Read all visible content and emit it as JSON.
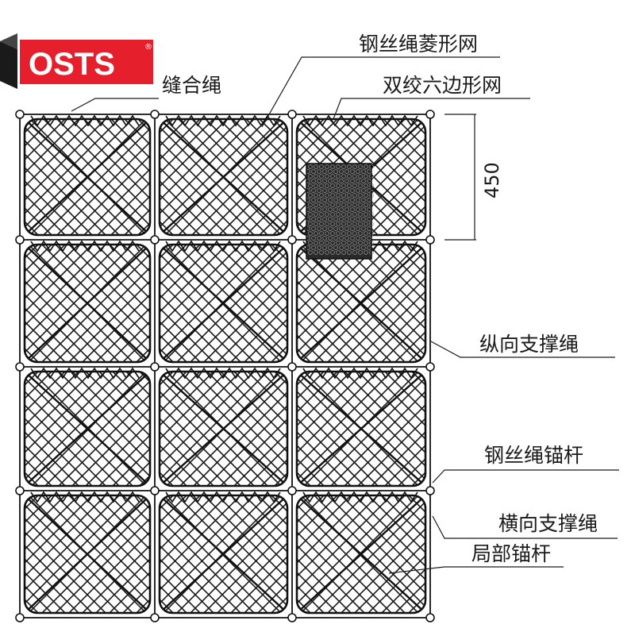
{
  "logo": {
    "text": "OSTS",
    "registered": "®",
    "color": "#e51f2c"
  },
  "labels": {
    "stitching_rope": "缝合绳",
    "wire_rope_diamond_net": "钢丝绳菱形网",
    "double_twist_hex_net": "双绞六边形网",
    "longitudinal_support_rope": "纵向支撑绳",
    "wire_rope_anchor": "钢丝绳锚杆",
    "transverse_support_rope": "横向支撑绳",
    "local_anchor": "局部锚杆"
  },
  "dimension": {
    "value": "450"
  }
}
